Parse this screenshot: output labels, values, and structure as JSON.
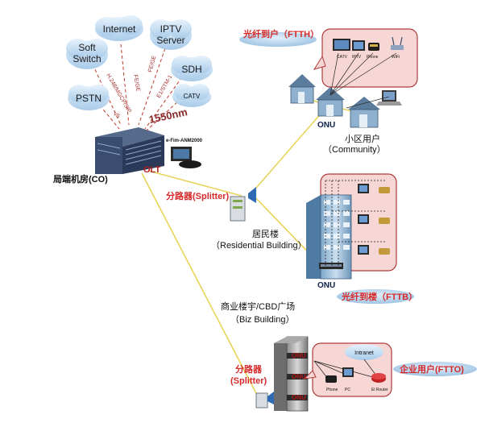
{
  "clouds": {
    "internet": "Internet",
    "softswitch_1": "Soft",
    "softswitch_2": "Switch",
    "iptv_1": "IPTV",
    "iptv_2": "Server",
    "sdh": "SDH",
    "pstn": "PSTN",
    "catv": "CATV",
    "intranet": "Intranet"
  },
  "link_labels": {
    "fege_a": "FE/GE",
    "fege_b": "FE/GE",
    "h248": "H.248/MGCP/SIP",
    "e1": "E1/STM-1",
    "v5": "V5",
    "wavelength": "1550nm"
  },
  "devices": {
    "nms": "e-Fim-ANM2000",
    "olt": "OLT",
    "home_catv": "CATV",
    "home_iptv": "IPTV",
    "home_phone": "Phone",
    "home_wifi": "WiFi",
    "biz_phone": "Phone",
    "biz_pc": "PC",
    "biz_router": "El Router"
  },
  "labels": {
    "co": "局端机房(CO)",
    "ftth": "光纤到户（FTTH）",
    "onu_community": "ONU",
    "community_cn": "小区用户",
    "community_en": "（Community）",
    "splitter_main": "分路器(Splitter)",
    "residential_cn": "居民楼",
    "residential_en": "（Residential  Building）",
    "onu_building": "ONU",
    "fttb": "光纤到楼（FTTB）",
    "biz_cn": "商业楼宇/CBD广场",
    "biz_en": "（Biz Building）",
    "splitter_biz_1": "分路器",
    "splitter_biz_2": "(Splitter)",
    "onu_biz_1": "ONU",
    "onu_biz_2": "ONU",
    "onu_biz_3": "ONU",
    "ftto": "企业用户(FTTO)"
  },
  "colors": {
    "fiber": "#e8d45a",
    "red_text": "#d62a2a",
    "cloud_fill": "#b9d7f0",
    "panel_fill": "#f6d7d5",
    "panel_stroke": "#b03a3a"
  }
}
